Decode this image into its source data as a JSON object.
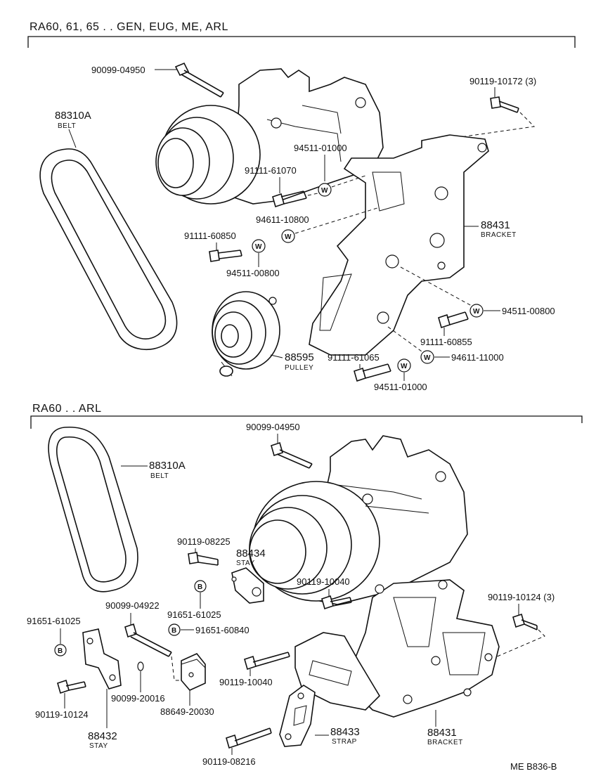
{
  "sections": {
    "top_title": "RA60, 61, 65 . . GEN, EUG, ME, ARL",
    "bottom_title": "RA60 . . ARL"
  },
  "top": {
    "bolt_a": "90099-04950",
    "bolt_b": "90119-10172 (3)",
    "belt_num": "88310A",
    "belt_name": "BELT",
    "washer_a": "94511-01000",
    "bolt_c": "91111-61070",
    "washer_b": "94611-10800",
    "bolt_d": "91111-60850",
    "washer_c": "94511-00800",
    "bracket_num": "88431",
    "bracket_name": "BRACKET",
    "washer_d": "94511-00800",
    "bolt_e": "91111-60855",
    "pulley_num": "88595",
    "pulley_name": "PULLEY",
    "bolt_f": "91111-61065",
    "washer_e": "94611-11000",
    "washer_f": "94511-01000"
  },
  "bottom": {
    "bolt_a": "90099-04950",
    "belt_num": "88310A",
    "belt_name": "BELT",
    "bolt_b": "90119-08225",
    "stay_num": "88434",
    "stay_name": "STAY",
    "bolt_c": "90119-10040",
    "bolt_d": "90119-10124 (3)",
    "bolt_e": "90099-04922",
    "spacer_a": "91651-61025",
    "spacer_b": "91651-61025",
    "spacer_c": "91651-60840",
    "bolt_f": "90119-10040",
    "pin": "90099-20016",
    "bolt_g": "90119-10124",
    "block": "88649-20030",
    "stay2_num": "88432",
    "stay2_name": "STAY",
    "strap_num": "88433",
    "strap_name": "STRAP",
    "bracket_num": "88431",
    "bracket_name": "BRACKET",
    "bolt_h": "90119-08216"
  },
  "symbols": {
    "washer": "W",
    "spacer": "B"
  },
  "footer": {
    "code": "ME  B836-B"
  }
}
